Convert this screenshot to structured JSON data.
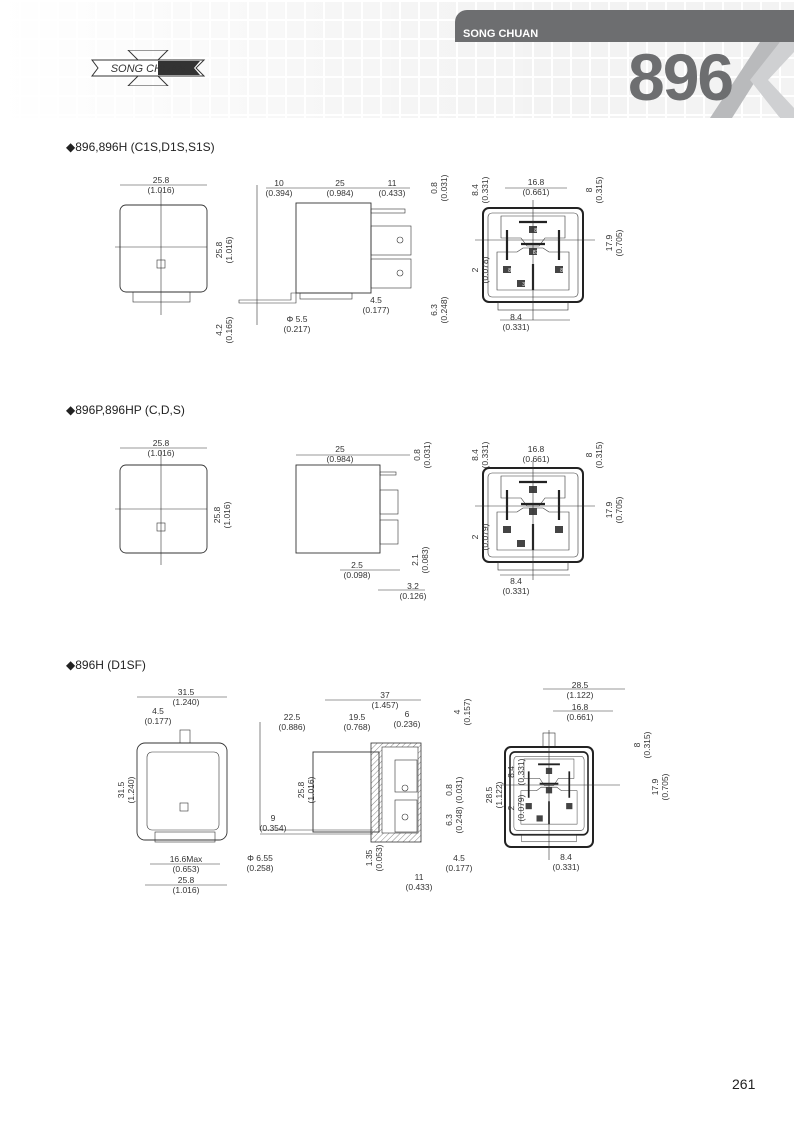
{
  "header": {
    "brand": "SONG CHUAN",
    "logo_text": "SONG CHUAN",
    "model": "896"
  },
  "pins": [
    "87",
    "87a",
    "85",
    "86",
    "30"
  ],
  "sections": [
    {
      "title": "◆896,896H (C1S,D1S,S1S)",
      "dims": [
        [
          "25.8",
          "(1.016)"
        ],
        [
          "25.8",
          "(1.016)"
        ],
        [
          "4.2",
          "(0.165)"
        ],
        [
          "10",
          "(0.394)"
        ],
        [
          "25",
          "(0.984)"
        ],
        [
          "11",
          "(0.433)"
        ],
        [
          "0.8",
          "(0.031)"
        ],
        [
          "4.5",
          "(0.177)"
        ],
        [
          "6.3",
          "(0.248)"
        ],
        [
          "Φ 5.5",
          "(0.217)"
        ],
        [
          "16.8",
          "(0.661)"
        ],
        [
          "8.4",
          "(0.331)"
        ],
        [
          "8",
          "(0.315)"
        ],
        [
          "17.9",
          "(0.705)"
        ],
        [
          "2",
          "(0.078)"
        ],
        [
          "8.4",
          "(0.331)"
        ]
      ]
    },
    {
      "title": "◆896P,896HP (C,D,S)",
      "dims": [
        [
          "25.8",
          "(1.016)"
        ],
        [
          "25.8",
          "(1.016)"
        ],
        [
          "25",
          "(0.984)"
        ],
        [
          "0.8",
          "(0.031)"
        ],
        [
          "8.4",
          "(0.331)"
        ],
        [
          "16.8",
          "(0.661)"
        ],
        [
          "8",
          "(0.315)"
        ],
        [
          "17.9",
          "(0.705)"
        ],
        [
          "2",
          "(0.079)"
        ],
        [
          "2.5",
          "(0.098)"
        ],
        [
          "2.1",
          "(0.083)"
        ],
        [
          "3.2",
          "(0.126)"
        ],
        [
          "8.4",
          "(0.331)"
        ]
      ]
    },
    {
      "title": "◆896H (D1SF)",
      "dims": [
        [
          "31.5",
          "(1.240)"
        ],
        [
          "4.5",
          "(0.177)"
        ],
        [
          "31.5",
          "(1.240)"
        ],
        [
          "16.6Max",
          "(0.653)"
        ],
        [
          "25.8",
          "(1.016)"
        ],
        [
          "37",
          "(1.457)"
        ],
        [
          "22.5",
          "(0.886)"
        ],
        [
          "19.5",
          "(0.768)"
        ],
        [
          "6",
          "(0.236)"
        ],
        [
          "4",
          "(0.157)"
        ],
        [
          "25.8",
          "(1.016)"
        ],
        [
          "0.8",
          "(0.031)"
        ],
        [
          "6.3",
          "(0.248)"
        ],
        [
          "9",
          "(0.354)"
        ],
        [
          "Φ 6.55",
          "(0.258)"
        ],
        [
          "1.35",
          "(0.053)"
        ],
        [
          "11",
          "(0.433)"
        ],
        [
          "4.5",
          "(0.177)"
        ],
        [
          "28.5",
          "(1.122)"
        ],
        [
          "16.8",
          "(0.661)"
        ],
        [
          "8",
          "(0.315)"
        ],
        [
          "17.9",
          "(0.705)"
        ],
        [
          "28.5",
          "(1.122)"
        ],
        [
          "8.4",
          "(0.331)"
        ],
        [
          "2",
          "(0.079)"
        ],
        [
          "8.4",
          "(0.331)"
        ]
      ]
    }
  ],
  "page_number": "261"
}
